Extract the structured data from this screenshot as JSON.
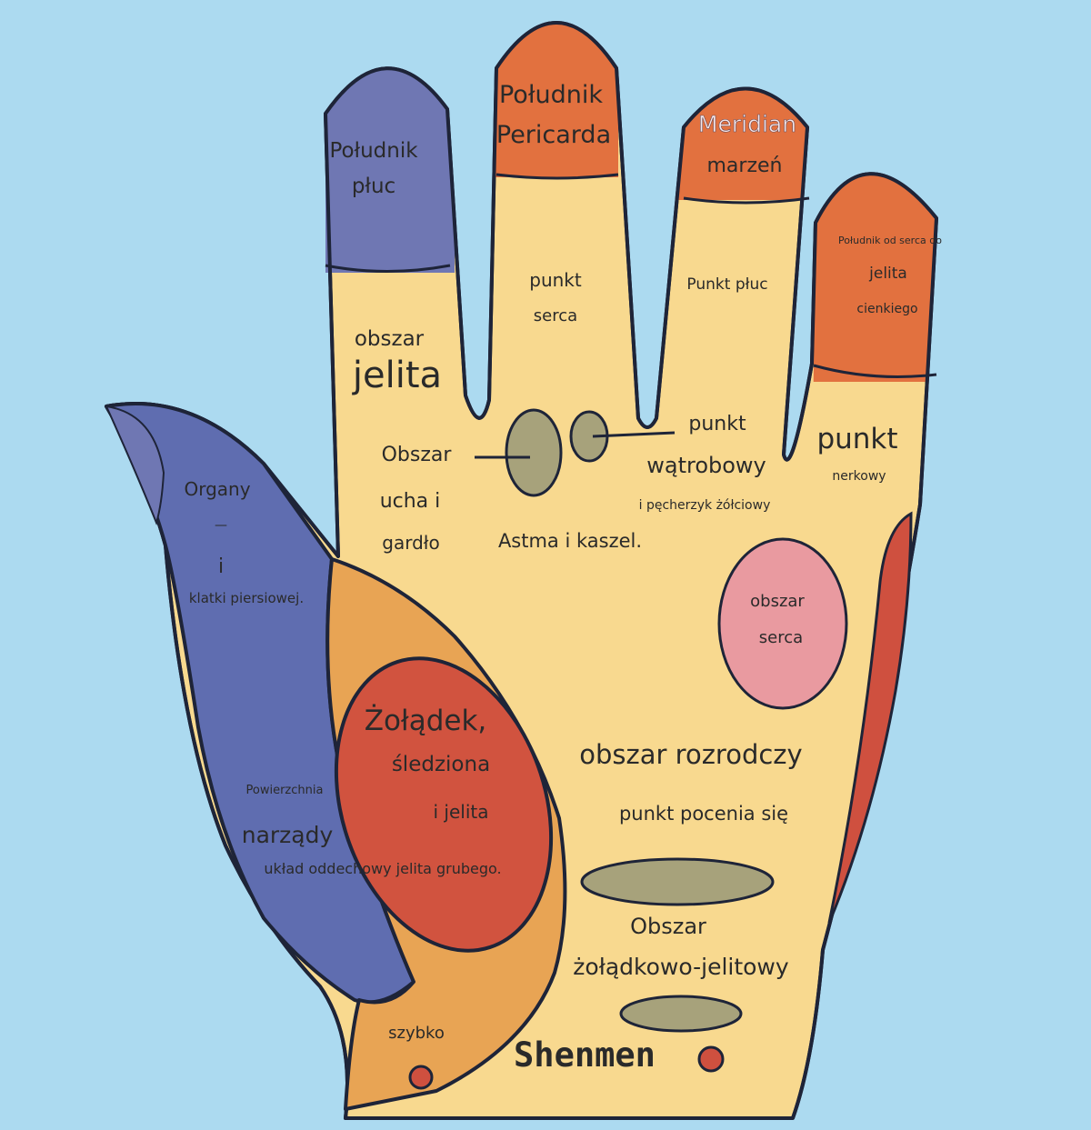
{
  "colors": {
    "background": "#acdaf0",
    "palm": "#f8d98f",
    "outline": "#1e2438",
    "lung_blue": "#6f77b3",
    "organ_blue": "#5f6db0",
    "finger_orange": "#e2713f",
    "stomach_red": "#d1533f",
    "spleen_orange": "#e8a454",
    "olive": "#a7a27b",
    "heart_pink": "#e99aa0",
    "edge_red": "#cf503f"
  },
  "labels": {
    "lung_meridian_1": "Południk",
    "lung_meridian_2": "płuc",
    "pericardium_1": "Południk",
    "pericardium_2": "Pericarda",
    "dream_meridian_1": "Meridian",
    "dream_meridian_2": "marzeń",
    "small_intestine_1": "Południk od serca do",
    "small_intestine_2": "jelita",
    "small_intestine_3": "cienkiego",
    "heart_point_1": "punkt",
    "heart_point_2": "serca",
    "lung_point": "Punkt płuc",
    "intestine_area_1": "obszar",
    "intestine_area_2": "jelita",
    "ear_throat_1": "Obszar",
    "ear_throat_2": "ucha i",
    "ear_throat_3": "gardło",
    "liver_point_1": "punkt",
    "liver_point_2": "wątrobowy",
    "gallbladder": "i pęcherzyk żółciowy",
    "asthma": "Astma i kaszel.",
    "kidney_point_1": "punkt",
    "kidney_point_2": "nerkowy",
    "chest_organs_1": "Organy",
    "chest_organs_2": "—",
    "chest_organs_3": "i",
    "chest_organs_4": "klatki piersiowej.",
    "heart_area_1": "obszar",
    "heart_area_2": "serca",
    "stomach_1": "Żołądek,",
    "stomach_2": "śledziona",
    "stomach_3": "i jelita",
    "reproductive": "obszar rozrodczy",
    "sweating": "punkt pocenia się",
    "surface": "Powierzchnia",
    "organs": "narządy",
    "respiratory": "układ oddechowy jelita grubego.",
    "gi_area_1": "Obszar",
    "gi_area_2": "żołądkowo-jelitowy",
    "quick": "szybko",
    "shenmen": "Shenmen"
  }
}
